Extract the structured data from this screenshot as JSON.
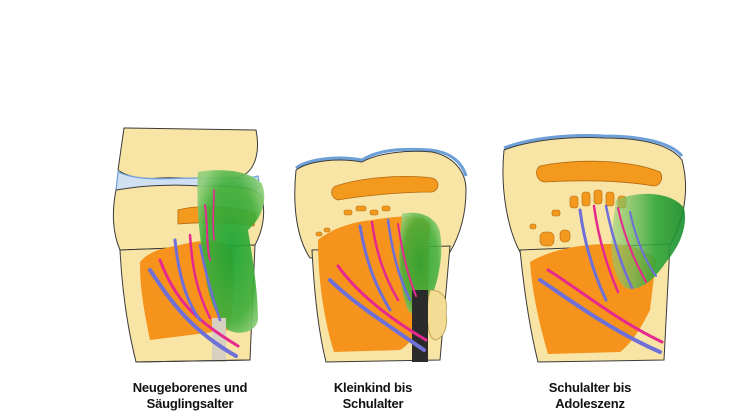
{
  "panels": [
    {
      "id": "neonate",
      "caption_line1": "Neugeborenes und",
      "caption_line2": "Säuglingsalter"
    },
    {
      "id": "child",
      "caption_line1": "Kleinkind bis",
      "caption_line2": "Schulalter"
    },
    {
      "id": "adolescent",
      "caption_line1": "Schulalter bis",
      "caption_line2": "Adoleszenz"
    }
  ],
  "colors": {
    "epiphysis": "#f8e4a4",
    "bone_outline": "#3a3a3a",
    "cartilage": "#6d9fd8",
    "growth_plate": "#f39a1e",
    "marrow": "#f6931d",
    "infection": "#2e9e3b",
    "artery": "#e6288f",
    "vein": "#6f6fd8",
    "periosteum": "#2b2b2b"
  },
  "icons": [
    "epiphysis-shape",
    "metaphysis-shape",
    "blood-vessel-shape",
    "infection-area-shape"
  ]
}
